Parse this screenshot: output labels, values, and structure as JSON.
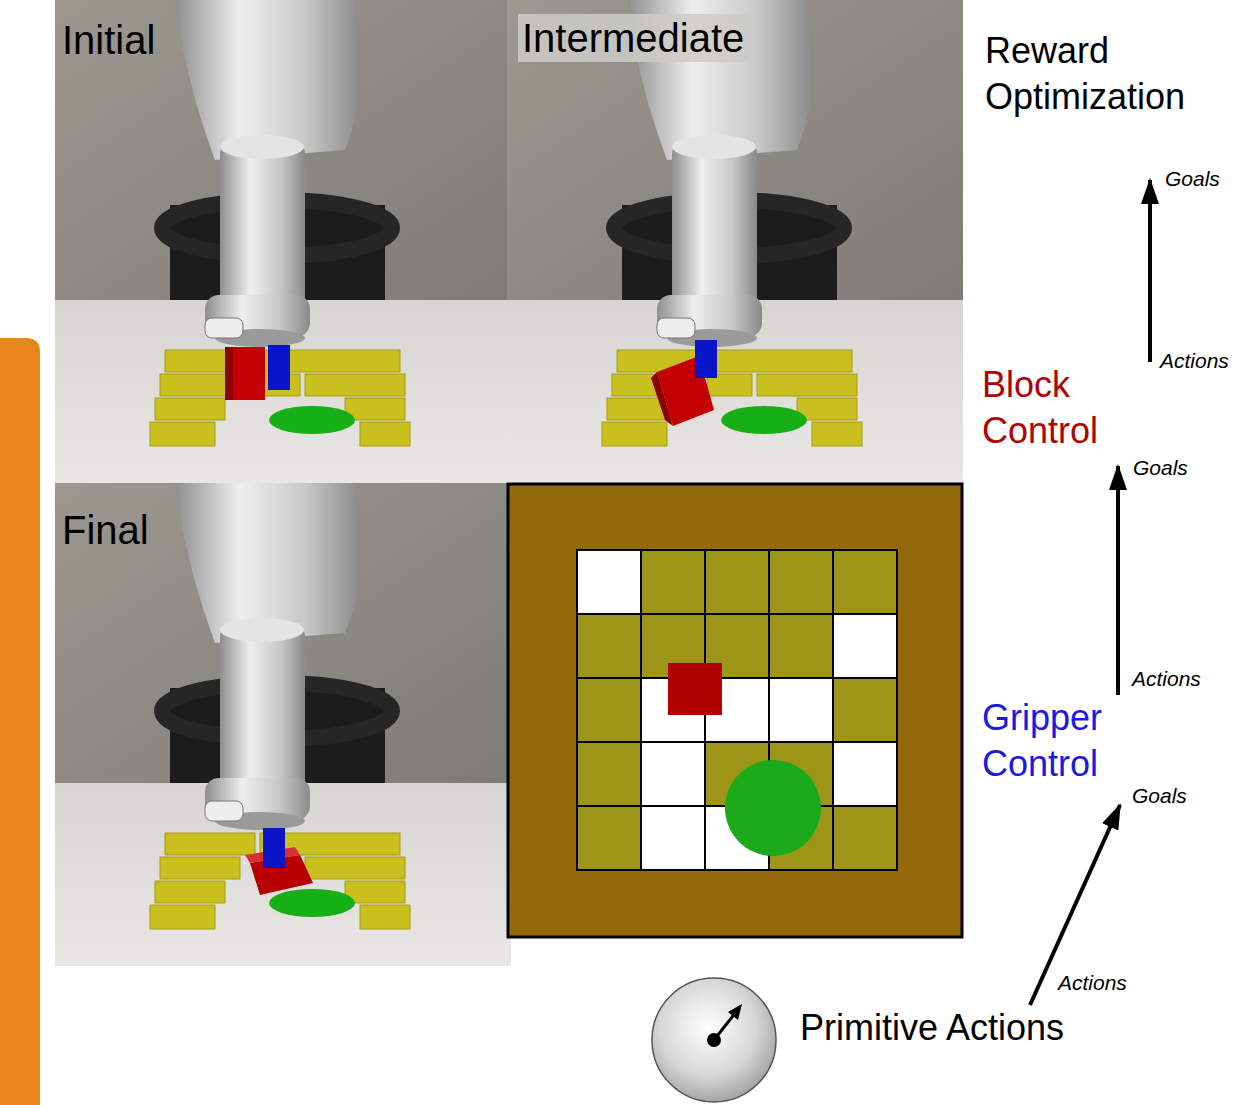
{
  "diagram": {
    "nodes": [
      {
        "text": [
          "Reward Optimization"
        ]
      },
      {
        "text": [
          "Block Control"
        ]
      },
      {
        "text": [
          "Gripper Control"
        ]
      },
      {
        "text": [
          "Primitive Actions"
        ]
      }
    ],
    "edges": [
      {
        "from": 3,
        "to": 2,
        "arrow": "to"
      },
      {
        "from": 2,
        "to": 1,
        "arrow": "to"
      },
      {
        "from": 1,
        "to": 0,
        "arrow": "to"
      }
    ],
    "labels": [
      "Initial",
      "Intermediate",
      "Goals",
      "Actions",
      "Goals",
      "Final",
      "Actions",
      "Goals",
      "Actions"
    ]
  }
}
